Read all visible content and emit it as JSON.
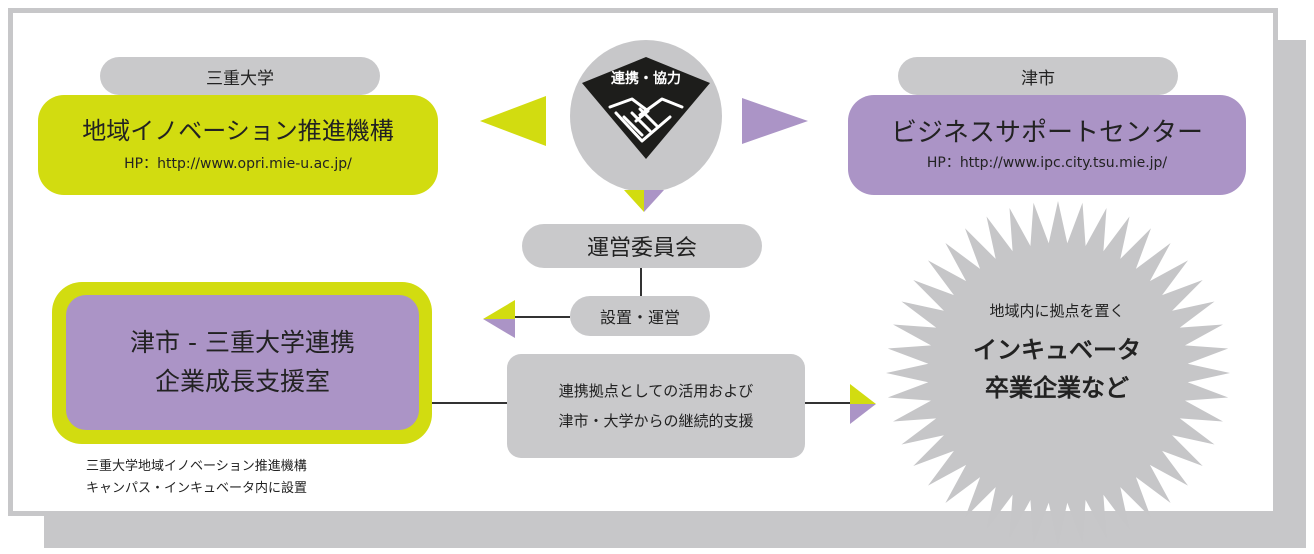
{
  "left_org": {
    "parent": "三重大学",
    "name": "地域イノベーション推進機構",
    "url": "HP：http://www.opri.mie-u.ac.jp/"
  },
  "right_org": {
    "parent": "津市",
    "name": "ビジネスサポートセンター",
    "url": "HP：http://www.ipc.city.tsu.mie.jp/"
  },
  "cooperation": {
    "label": "連携・協力",
    "icon": "handshake-icon"
  },
  "committee": {
    "label": "運営委員会",
    "role": "設置・運営"
  },
  "main_office": {
    "line1": "津市 - 三重大学連携",
    "line2": "企業成長支援室",
    "note_line1": "三重大学地域イノベーション推進機構",
    "note_line2": "キャンパス・インキュベータ内に設置"
  },
  "support": {
    "line1": "連携拠点としての活用および",
    "line2": "津市・大学からの継続的支援"
  },
  "target": {
    "subtitle": "地域内に拠点を置く",
    "line1": "インキュベータ",
    "line2": "卒業企業など"
  },
  "colors": {
    "green": "#d2dc10",
    "purple": "#ab94c6",
    "gray": "#c9c9cb",
    "dark": "#222222"
  }
}
